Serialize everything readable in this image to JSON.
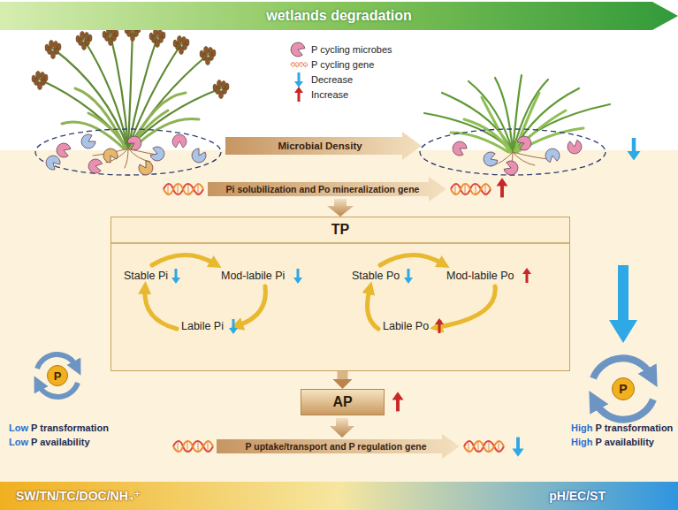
{
  "diagram": {
    "nodes": [
      {
        "text": [
          "wetlands degradation"
        ]
      },
      {
        "text": [
          "TP"
        ]
      },
      {
        "text": [
          "P"
        ]
      },
      {
        "text": [
          "AP"
        ]
      },
      {
        "text": [
          "P"
        ]
      },
      {
        "text": [
          "SW/TN/TC/DOC/NH₄⁺",
          "pH/EC/ST"
        ]
      }
    ],
    "edges": [
      {
        "from": 1,
        "to": 3,
        "arrow": "to"
      }
    ],
    "labels": [
      "Microbial Density",
      "Pi solubilization and Po mineralization gene",
      "Stable Pi",
      "Mod-labile Pi",
      "Labile Pi",
      "Stable Po",
      "Mod-labile Po",
      "Labile Po",
      "P uptake/transport  and P regulation gene",
      "Low P transformation",
      "Low P availability",
      "High P transformation",
      "High P availability"
    ],
    "legend": [
      {
        "text": "P cycling microbes"
      },
      {
        "text": "P cycling gene"
      },
      {
        "text": "Decrease"
      },
      {
        "text": "Increase"
      }
    ]
  }
}
